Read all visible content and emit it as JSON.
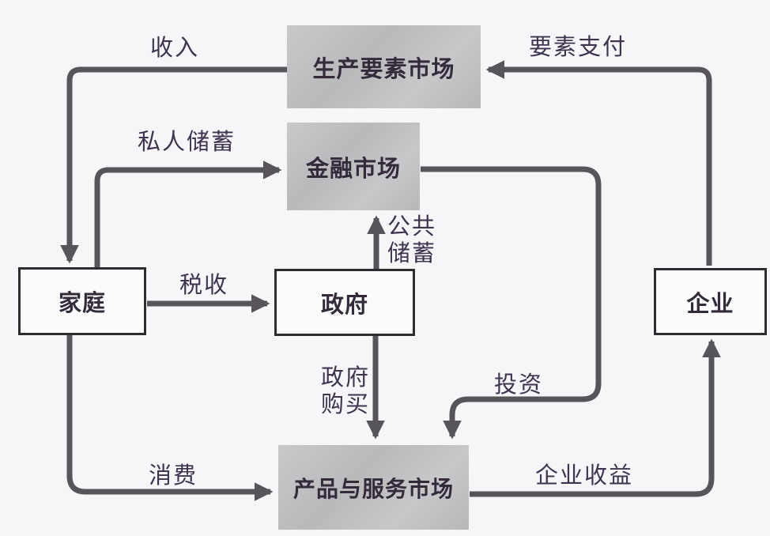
{
  "diagram": {
    "title_hint": "circular-flow-of-income-diagram",
    "nodes": {
      "factor_market": "生产要素市场",
      "financial_market": "金融市场",
      "household": "家庭",
      "government": "政府",
      "enterprise": "企业",
      "product_market": "产品与服务市场"
    },
    "flows": {
      "income": "收入",
      "factor_payment": "要素支付",
      "private_saving": "私人储蓄",
      "public_saving": "公共\n储蓄",
      "tax": "税收",
      "gov_purchase": "政府\n购买",
      "investment": "投资",
      "consumption": "消费",
      "enterprise_revenue": "企业收益"
    },
    "colors": {
      "background": "#f6f6f8",
      "arrow": "#57555a",
      "market_fill": "#c3c3c6",
      "entity_border": "#2e2c30",
      "label_text": "#3e3450"
    }
  }
}
